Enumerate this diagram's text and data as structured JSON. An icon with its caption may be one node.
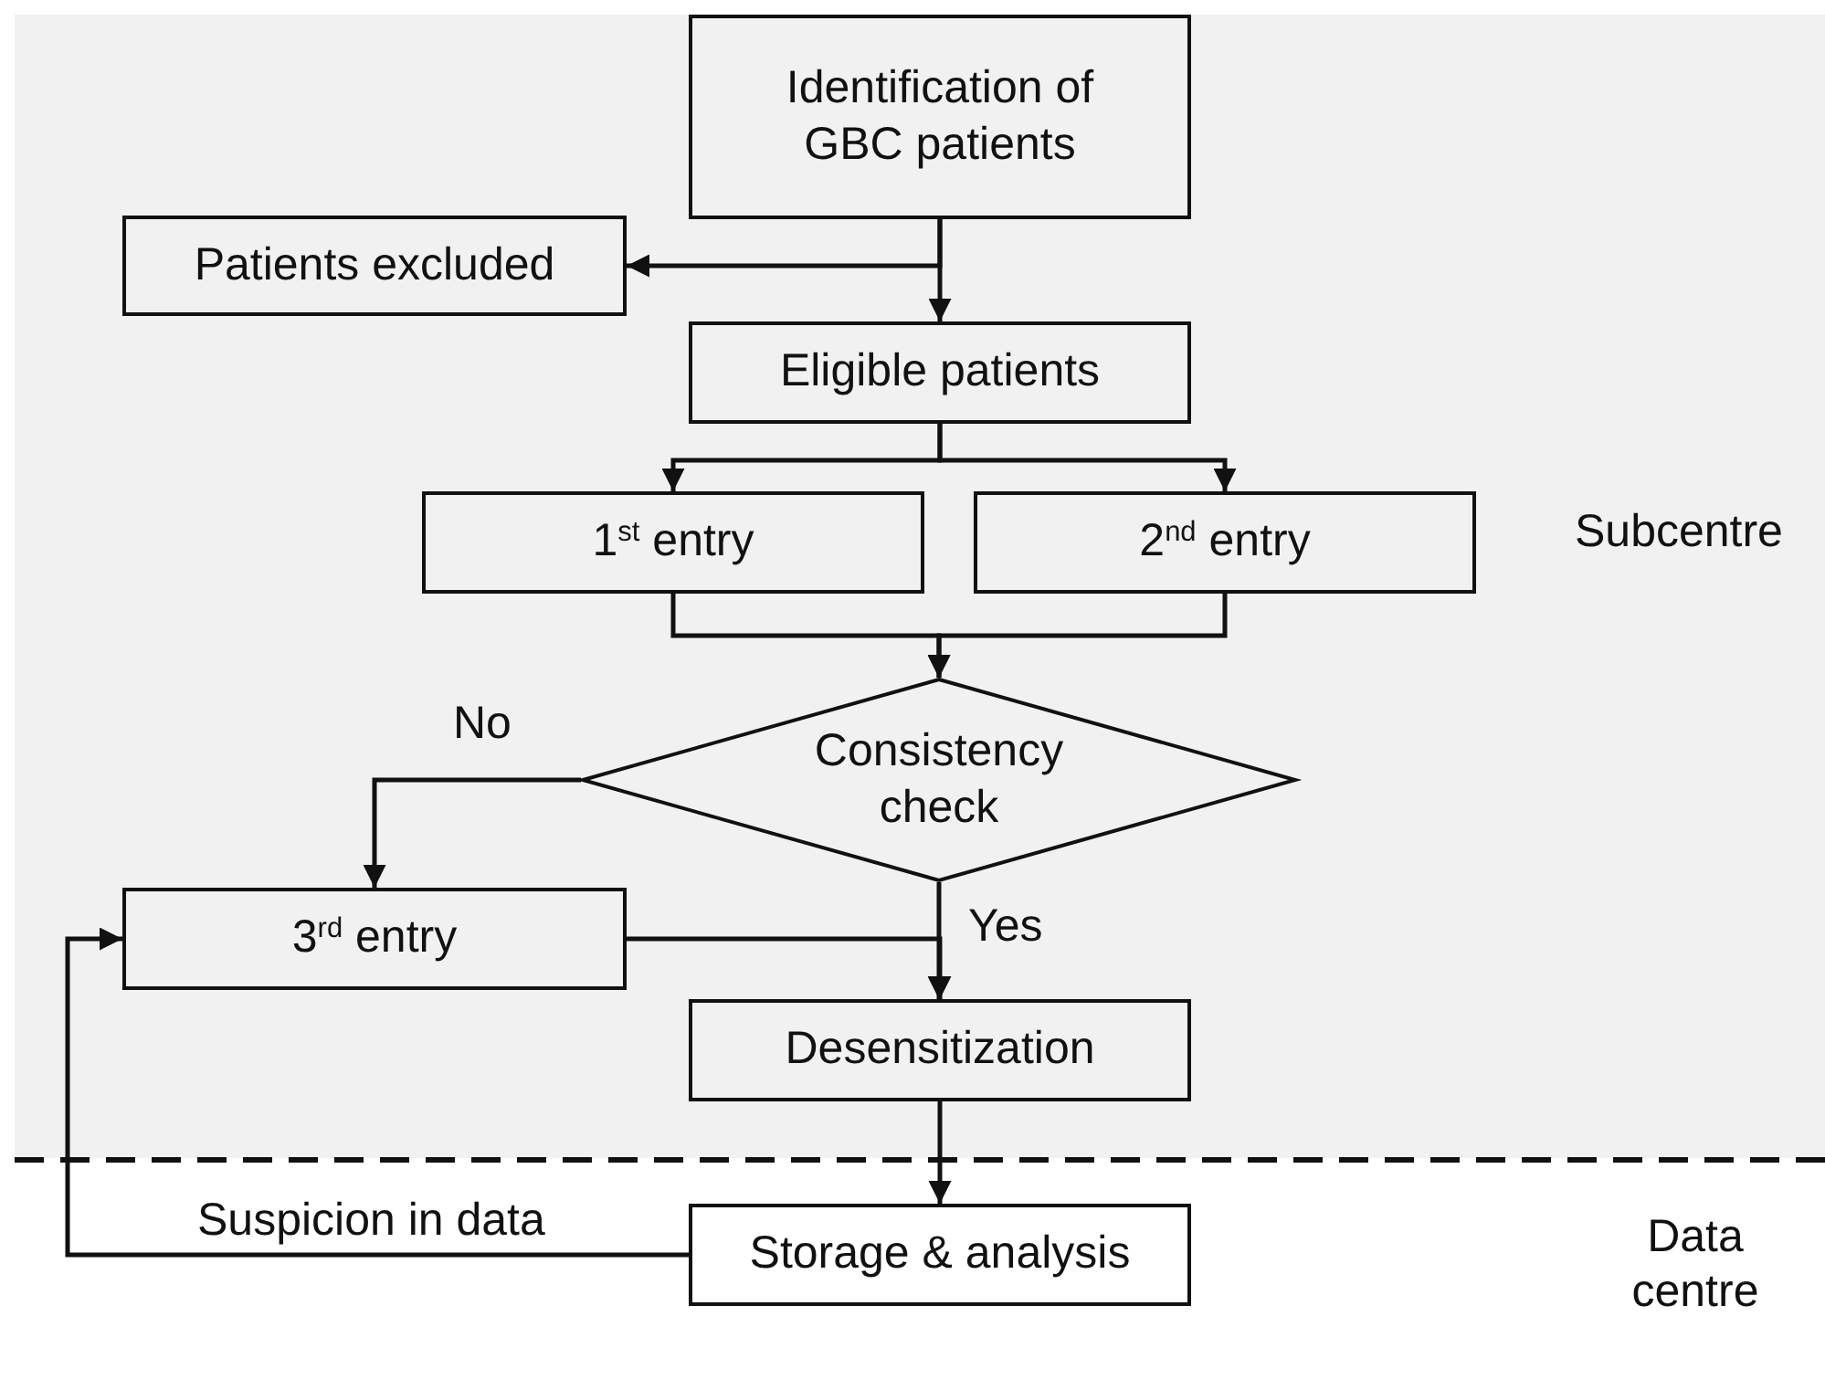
{
  "diagram": {
    "nodes": [
      {
        "text": [
          "Identification of GBC patients"
        ]
      },
      {
        "text": [
          "Patients excluded"
        ]
      },
      {
        "text": [
          "Eligible patients"
        ]
      },
      {
        "text": [
          "1$^{st}$ entry"
        ]
      },
      {
        "text": [
          "2$^{nd}$ entry"
        ]
      },
      {
        "text": [
          "Consistency check"
        ]
      },
      {
        "text": [
          "3$^{rd}$ entry"
        ]
      },
      {
        "text": [
          "Desensitization"
        ]
      },
      {
        "text": [
          "Storage & analysis"
        ]
      }
    ],
    "edges": [
      {
        "from": 0,
        "to": 1,
        "arrow": "to"
      },
      {
        "from": 0,
        "to": 2,
        "arrow": "to"
      },
      {
        "from": 2,
        "to": 3,
        "arrow": "to"
      },
      {
        "from": 2,
        "to": 4,
        "arrow": "to"
      },
      {
        "from": 3,
        "to": 5,
        "arrow": "to"
      },
      {
        "from": 4,
        "to": 5,
        "arrow": "to"
      },
      {
        "from": 5,
        "to": 6,
        "arrow": "to",
        "label": "No"
      },
      {
        "from": 5,
        "to": 7,
        "arrow": "to",
        "label": "Yes"
      },
      {
        "from": 6,
        "to": 7,
        "arrow": "to"
      },
      {
        "from": 7,
        "to": 8,
        "arrow": "to"
      },
      {
        "from": 8,
        "to": 6,
        "arrow": "to",
        "label": "Suspicion in data"
      }
    ],
    "labels": [
      "Subcentre",
      "Data centre"
    ]
  }
}
